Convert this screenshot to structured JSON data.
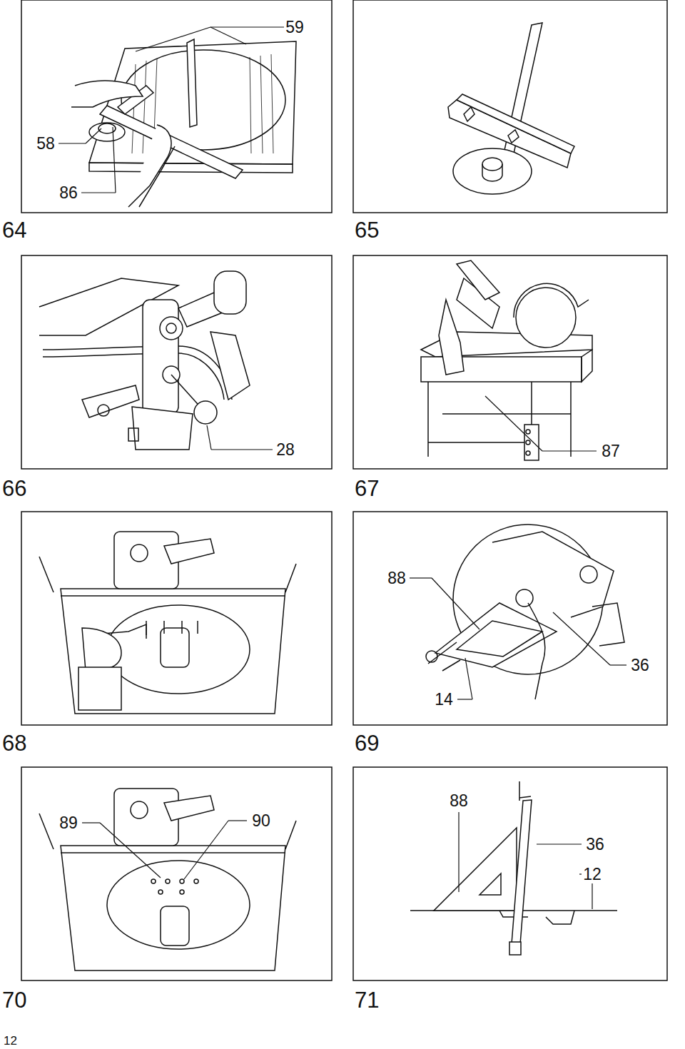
{
  "diagram": {
    "labels": [
      "59",
      "58",
      "86",
      "64",
      "65",
      "28",
      "87",
      "66",
      "67",
      "88",
      "36",
      "14",
      "68",
      "69",
      "89",
      "90",
      "88",
      "36",
      "12",
      "70",
      "71",
      "12"
    ]
  }
}
